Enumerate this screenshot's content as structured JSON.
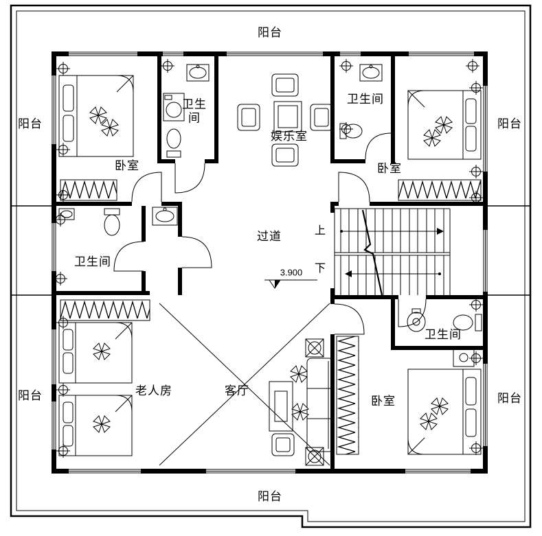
{
  "plan": {
    "balconies": {
      "top": "阳台",
      "left_upper": "阳台",
      "left_lower": "阳台",
      "right_upper": "阳台",
      "right_lower": "阳台",
      "bottom": "阳台"
    },
    "rooms": {
      "bedroom_top_left": "卧室",
      "bathroom_top_left": "卫生间",
      "entertainment_room": "娱乐室",
      "bathroom_top_right": "卫生间",
      "bedroom_top_right": "卧室",
      "corridor": "过道",
      "bathroom_mid_left": "卫生间",
      "elderly_room": "老人房",
      "living_room": "客厅",
      "bathroom_mid_right": "卫生间",
      "bedroom_bottom_right": "卧室"
    },
    "stairs": {
      "up_label": "上",
      "down_label": "下"
    },
    "elevation_label": "3.900",
    "colors": {
      "line": "#000000",
      "background": "#ffffff"
    }
  }
}
